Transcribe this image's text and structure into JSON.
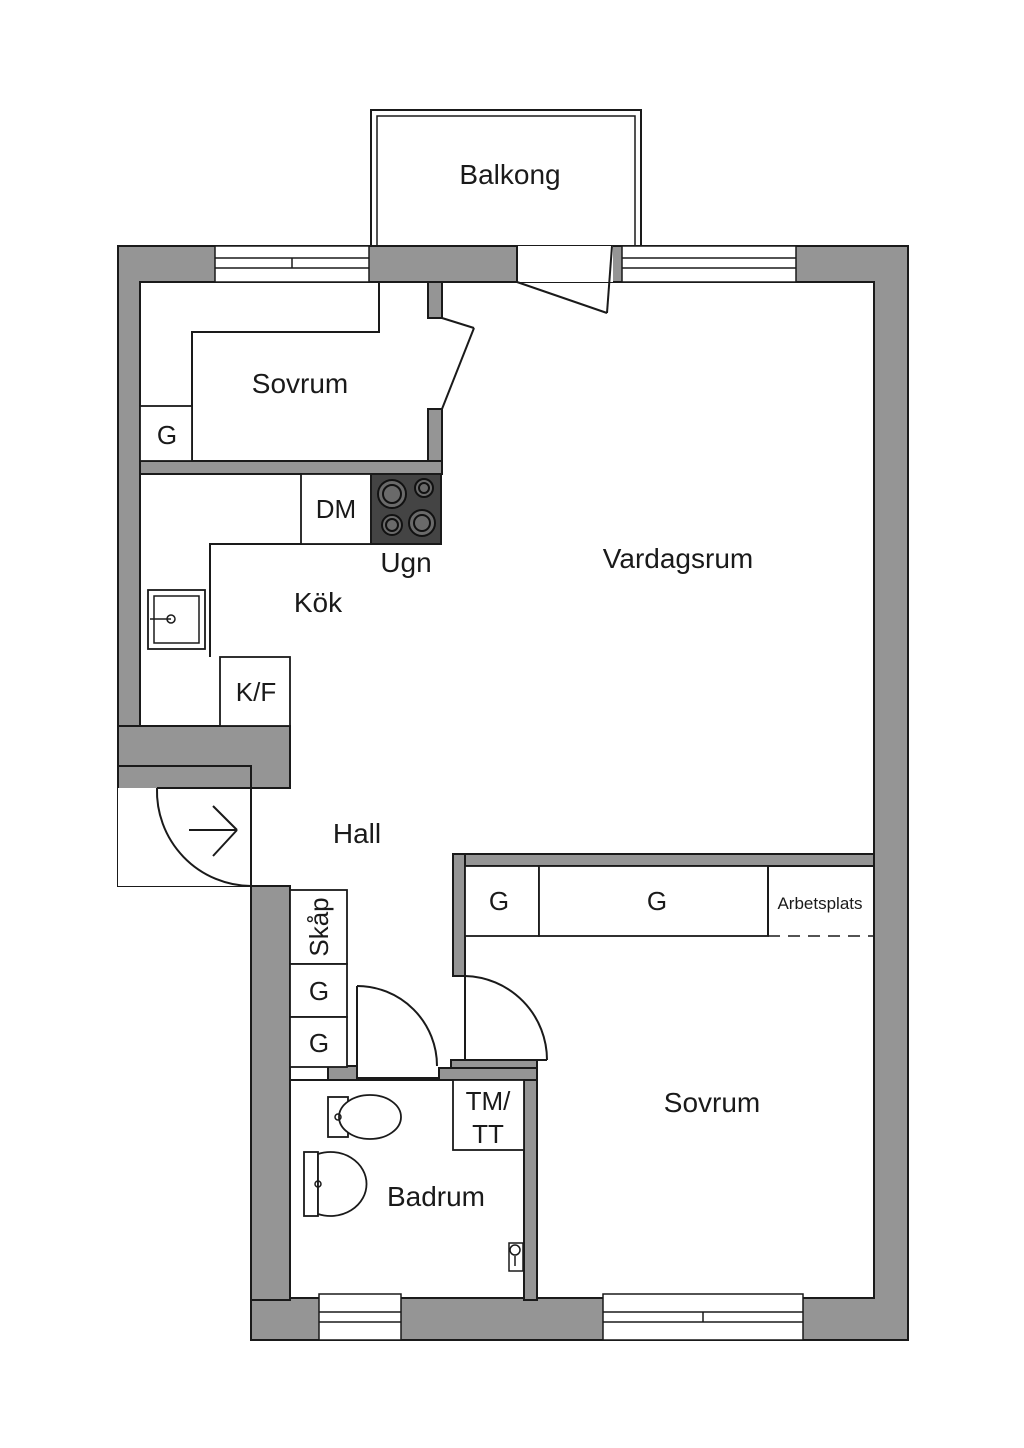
{
  "rooms": {
    "balkong": "Balkong",
    "sovrum_top": "Sovrum",
    "vardagsrum": "Vardagsrum",
    "kok": "Kök",
    "hall": "Hall",
    "badrum": "Badrum",
    "sovrum_bottom": "Sovrum"
  },
  "fixtures": {
    "garderob": "G",
    "diskmaskin": "DM",
    "ugn": "Ugn",
    "kyl_frys": "K/F",
    "skap": "Skåp",
    "tvatt": "TM/\nTT",
    "tvatt_line1": "TM/",
    "tvatt_line2": "TT",
    "arbetsplats": "Arbetsplats"
  },
  "colors": {
    "wall": "#959595",
    "line": "#1a1a1a",
    "hob": "#444444"
  }
}
